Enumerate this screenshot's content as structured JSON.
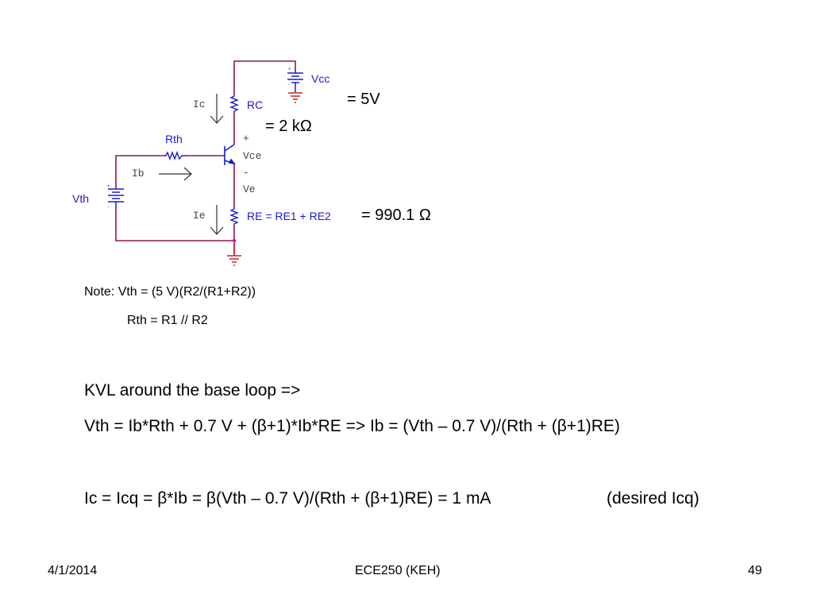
{
  "schematic": {
    "labels": {
      "vcc": "Vcc",
      "rc": "RC",
      "rth": "Rth",
      "vth": "Vth",
      "re": "RE = RE1 + RE2",
      "ic": "Ic",
      "ib": "Ib",
      "ie": "Ie",
      "plus": "+",
      "vce": "Vce",
      "minus": "-",
      "ve": "Ve"
    },
    "values": {
      "vcc": "= 5V",
      "rc": "= 2 kΩ",
      "re": "= 990.1 Ω"
    },
    "colors": {
      "wire": "#8b1a4a",
      "component": "#1a1ac8",
      "ground": "#cc2222",
      "node": "#e000e0"
    }
  },
  "notes": {
    "line1": "Note: Vth = (5 V)(R2/(R1+R2))",
    "line2": "Rth = R1 // R2"
  },
  "equations": {
    "kvl_heading": "KVL around the base loop =>",
    "kvl_equation": "Vth = Ib*Rth + 0.7 V + (β+1)*Ib*RE  =>  Ib = (Vth – 0.7 V)/(Rth + (β+1)RE)",
    "ic_equation": "Ic = Icq = β*Ib = β(Vth – 0.7 V)/(Rth + (β+1)RE) = 1 mA",
    "ic_note": "(desired Icq)"
  },
  "footer": {
    "date": "4/1/2014",
    "course": "ECE250 (KEH)",
    "page": "49"
  }
}
